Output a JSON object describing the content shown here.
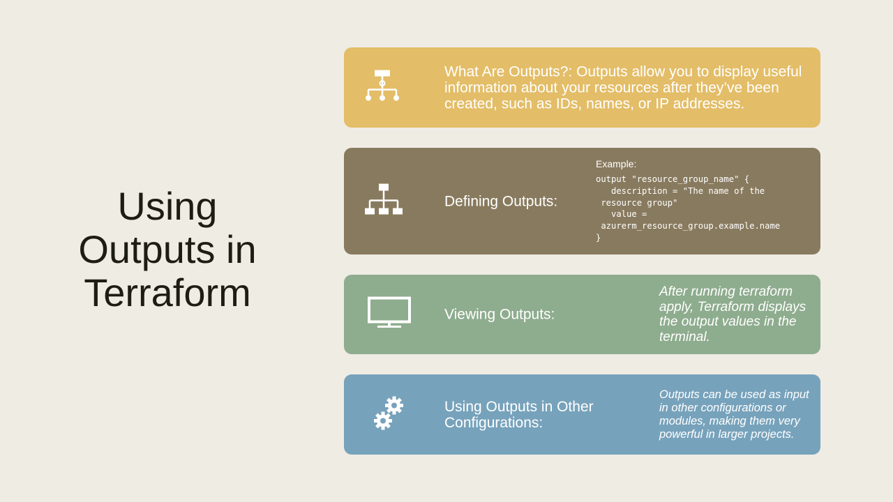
{
  "slide": {
    "title": "Using Outputs in Terraform"
  },
  "cards": [
    {
      "icon": "hierarchy-icon",
      "color": "#e3bd67",
      "heading": "What Are Outputs?: Outputs allow you to display useful information about your resources after they’ve been created, such as IDs, names, or IP addresses."
    },
    {
      "icon": "org-chart-icon",
      "color": "#887a5e",
      "heading": "Defining Outputs:",
      "example_label": "Example:",
      "example_code": "output \"resource_group_name\" {\n   description = \"The name of the\n resource group\"\n   value =\n azurerm_resource_group.example.name\n}"
    },
    {
      "icon": "monitor-icon",
      "color": "#8eac8e",
      "heading": "Viewing Outputs:",
      "description": "After running terraform apply, Terraform displays the output values in the terminal."
    },
    {
      "icon": "gears-icon",
      "color": "#77a2bb",
      "heading": "Using Outputs in Other Configurations:",
      "description": "Outputs can be used as input in other configurations or modules, making them very powerful in larger projects."
    }
  ]
}
